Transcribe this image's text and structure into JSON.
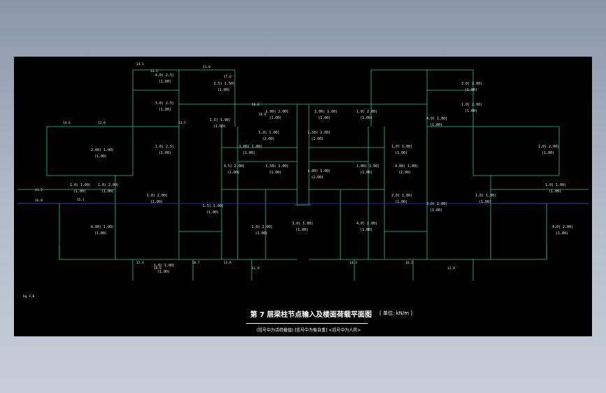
{
  "title": "第 7 层梁柱节点输入及楼面荷载平面图",
  "unit": "[ 单位: kN/m ]",
  "note": "(括号中为活荷载值) [括号中为板自重] <括号中为人防>",
  "scale_label": "kg 3.0",
  "colors": {
    "background": "#000000",
    "frame": "#8a97aa",
    "beam": "#2fbf9a",
    "text": "#e8e8e8",
    "axis": "#2040d0"
  },
  "slabs": [
    {
      "id": "s1",
      "load": "4.0( 2.5)",
      "live": "(1.00)"
    },
    {
      "id": "s2",
      "load": "3.0( 2.5)",
      "live": "(1.00)"
    },
    {
      "id": "s3",
      "load": "1.0( 2.5)",
      "live": "(1.00)"
    },
    {
      "id": "s4",
      "load": "1.5( 1.50)",
      "live": "(1.00)"
    },
    {
      "id": "s5",
      "load": "1.5( 1.90)",
      "live": "(1.00)"
    },
    {
      "id": "s6",
      "load": "1.00( 1.00)",
      "live": "(2.00)"
    },
    {
      "id": "s7",
      "load": "1.00( 2.00)",
      "live": "(1.00)"
    },
    {
      "id": "s8",
      "load": "1.0( 1.00)",
      "live": "(2.00)"
    },
    {
      "id": "s9",
      "load": "3.5( 2.00)",
      "live": "(1.00)"
    },
    {
      "id": "s10",
      "load": "1.50( 1.00)",
      "live": "(1.00)"
    },
    {
      "id": "s11",
      "load": "1.50( 2.00)",
      "live": "(1.00)"
    },
    {
      "id": "s12",
      "load": "1.00( 1.00)",
      "live": "(2.00)"
    },
    {
      "id": "s13",
      "load": "2.00( 1.00)",
      "live": "(1.00)"
    },
    {
      "id": "s14",
      "load": "1.0( 2.00)",
      "live": "(1.00)"
    },
    {
      "id": "s15",
      "load": "1.00( 1.00)",
      "live": "(1.00)"
    },
    {
      "id": "s16",
      "load": "4.00( 1.00)",
      "live": "(2.00)"
    },
    {
      "id": "s17",
      "load": "4.0( 1.00)",
      "live": "(1.00)"
    },
    {
      "id": "s18",
      "load": "3.0( 2.00)",
      "live": "(1.00)"
    },
    {
      "id": "s19",
      "load": "1.0( 1.00)",
      "live": "(1.00)"
    },
    {
      "id": "s20",
      "load": "2.0( 1.00)",
      "live": "(1.00)"
    },
    {
      "id": "s21",
      "load": "4.0( 2.00)",
      "live": "(1.00)"
    },
    {
      "id": "s22",
      "load": "1.0( 1.00)",
      "live": "(1.00)"
    },
    {
      "id": "s23",
      "load": "1.0( 1.00)",
      "live": "(1.00)"
    },
    {
      "id": "s24",
      "load": "1.5( 1.00)",
      "live": "(1.00)"
    },
    {
      "id": "s25",
      "load": "1.0( 2.00)",
      "live": "(1.00)"
    },
    {
      "id": "s26",
      "load": "2.00( 1.00)",
      "live": "(1.00)"
    },
    {
      "id": "s27",
      "load": "1.0( 1.00)",
      "live": "(1.00)"
    },
    {
      "id": "s28",
      "load": "1.0( 2.00)",
      "live": "(1.00)"
    },
    {
      "id": "s29",
      "load": "4.00( 1.00)",
      "live": "(1.00)"
    },
    {
      "id": "s30",
      "load": "3.0( 2.00)",
      "live": "(1.00)"
    },
    {
      "id": "s31",
      "load": "1.0( 2.00)",
      "live": "(1.00)"
    },
    {
      "id": "s32",
      "load": "1.0( 1.00)",
      "live": "(1.00)"
    },
    {
      "id": "s33",
      "load": "1.0( 2.00)",
      "live": "(1.00)"
    },
    {
      "id": "s34",
      "load": "1.0( 1.00)",
      "live": "(1.00)"
    },
    {
      "id": "s35",
      "load": "4.0( 2.00)",
      "live": "(1.00)"
    },
    {
      "id": "s36",
      "load": "1.0( 1.00)",
      "live": "(1.00)"
    }
  ],
  "beam_loads": [
    "14.1",
    "13.1",
    "11.0",
    "17.0",
    "10.0",
    "18.0",
    "13.5",
    "12.0",
    "14.6",
    "11.2",
    "16.8",
    "15.1",
    "12.4",
    "19.0",
    "10.7",
    "13.8",
    "11.9",
    "14.3",
    "16.2",
    "12.8"
  ]
}
